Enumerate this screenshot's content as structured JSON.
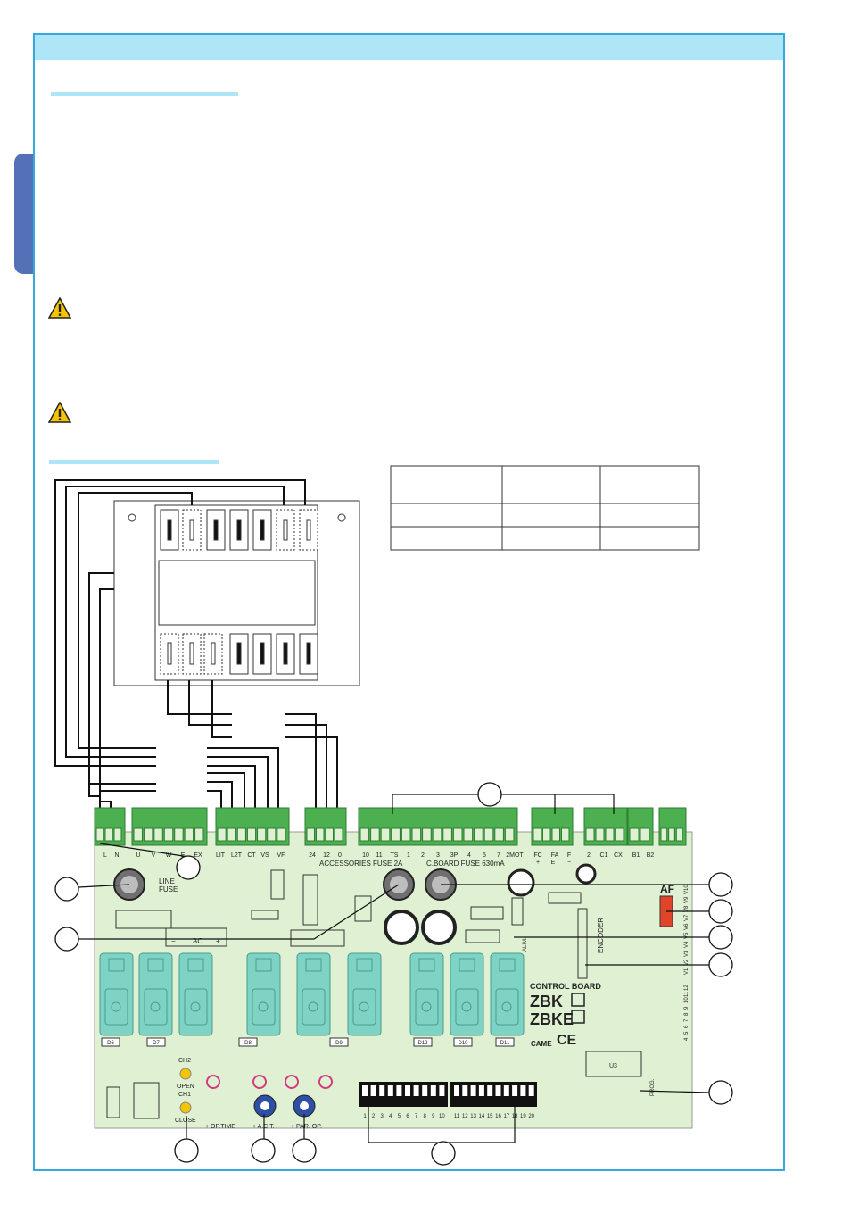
{
  "board": {
    "brand_model_1": "ZBK",
    "brand_model_2": "ZBKE",
    "control_board": "CONTROL BOARD",
    "maker": "CAME",
    "ce": "CE",
    "encoder": "ENCODER",
    "af": "AF",
    "line_fuse": "LINE",
    "line_fuse_2": "FUSE",
    "accessories_fuse": "ACCESSORIES FUSE 2A",
    "board_fuse": "C.BOARD FUSE 630mA",
    "ac_label": "AC",
    "ac_minus": "−",
    "ac_plus": "+",
    "terminals_left": [
      "L",
      "N",
      "U",
      "V",
      "W",
      "E",
      "EX",
      "LIT",
      "L2T",
      "CT",
      "VS",
      "VF",
      "24",
      "12",
      "0"
    ],
    "terminals_mid": [
      "10",
      "11",
      "TS",
      "1",
      "2",
      "3",
      "3P",
      "4",
      "5",
      "7",
      "2MOT"
    ],
    "terminals_right": [
      "FC",
      "FA",
      "F",
      "2",
      "C1",
      "CX",
      "B1",
      "B2"
    ],
    "fc_fa_f_sub": [
      "+",
      "E",
      "−"
    ],
    "relay_labels": [
      "D6",
      "D7",
      "D8",
      "D9",
      "D12",
      "D10",
      "D11"
    ],
    "ch2": "CH2",
    "open": "OPEN",
    "ch1": "CH1",
    "close": "CLOSE",
    "trimmers": [
      "+ OP.TIME −",
      "+ A.C.T. −",
      "+ PAR. OP. −"
    ],
    "dip_numbers": [
      "1",
      "2",
      "3",
      "4",
      "5",
      "6",
      "7",
      "8",
      "9",
      "10",
      "11",
      "12",
      "13",
      "14",
      "15",
      "16",
      "17",
      "18",
      "19",
      "20"
    ],
    "led_column": [
      "V10",
      "V9",
      "V8",
      "V7",
      "V6",
      "V5",
      "V4",
      "V3",
      "V2",
      "V1"
    ],
    "led_column_2": [
      "12",
      "11",
      "10",
      "9",
      "8",
      "7",
      "6",
      "5",
      "4"
    ],
    "u3": "U3",
    "alim": "ALIM.",
    "prog": "PROG."
  },
  "colors": {
    "frame": "#34a9e0",
    "band": "#aee6f7",
    "tab": "#5470b6",
    "board": "#dff0d3",
    "terminal": "#4caf50",
    "relay": "#7fd3c4",
    "warning": "#f5c400",
    "af": "#e0452b"
  },
  "icons": [
    "warning-icon",
    "warning-icon"
  ]
}
